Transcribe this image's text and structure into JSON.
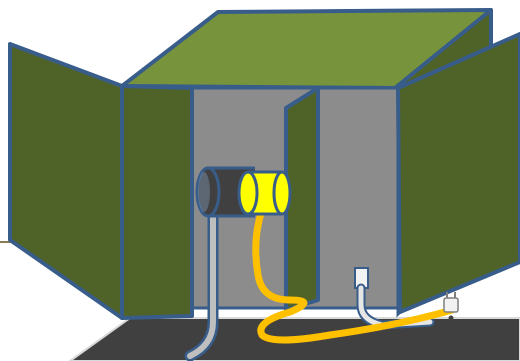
{
  "scene": {
    "colors": {
      "background": "#ffffff",
      "panel_fill": "#4f6228",
      "roof_fill": "#77933c",
      "outline": "#385d8a",
      "interior": "#8c8c8c",
      "interior_back": "#7f7f7f",
      "ground": "#404040",
      "ground_edge": "#d9d9d9",
      "horizon_line": "#8a7c57",
      "connector_body": "#404040",
      "connector_cap": "#ffff00",
      "connector_rim": "#95b3d7",
      "cable_yellow": "#ffc000",
      "pipe_grey": "#bfbfbf",
      "plug_white": "#f2f2f2"
    },
    "icons": {
      "enclosure": "open-cabinet-enclosure",
      "connector": "cylindrical-connector",
      "cable": "power-cable",
      "outlet": "wall-outlet",
      "plug": "power-plug"
    }
  }
}
